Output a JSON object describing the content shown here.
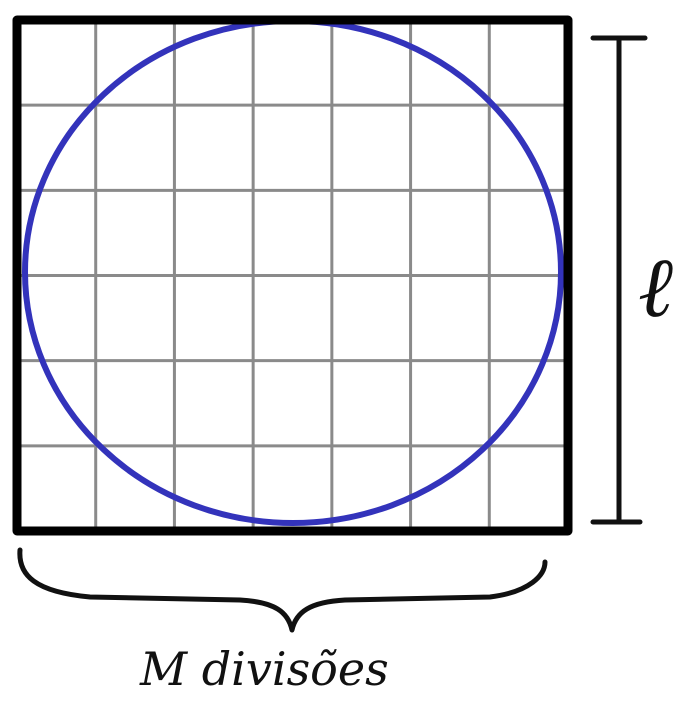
{
  "labels": {
    "side_length": "ℓ",
    "divisions": "M divisões"
  },
  "grid": {
    "columns": 7,
    "rows": 6
  },
  "colors": {
    "frame": "#000000",
    "grid": "#8a8a8a",
    "circle": "#3333bb",
    "ink": "#111111"
  }
}
